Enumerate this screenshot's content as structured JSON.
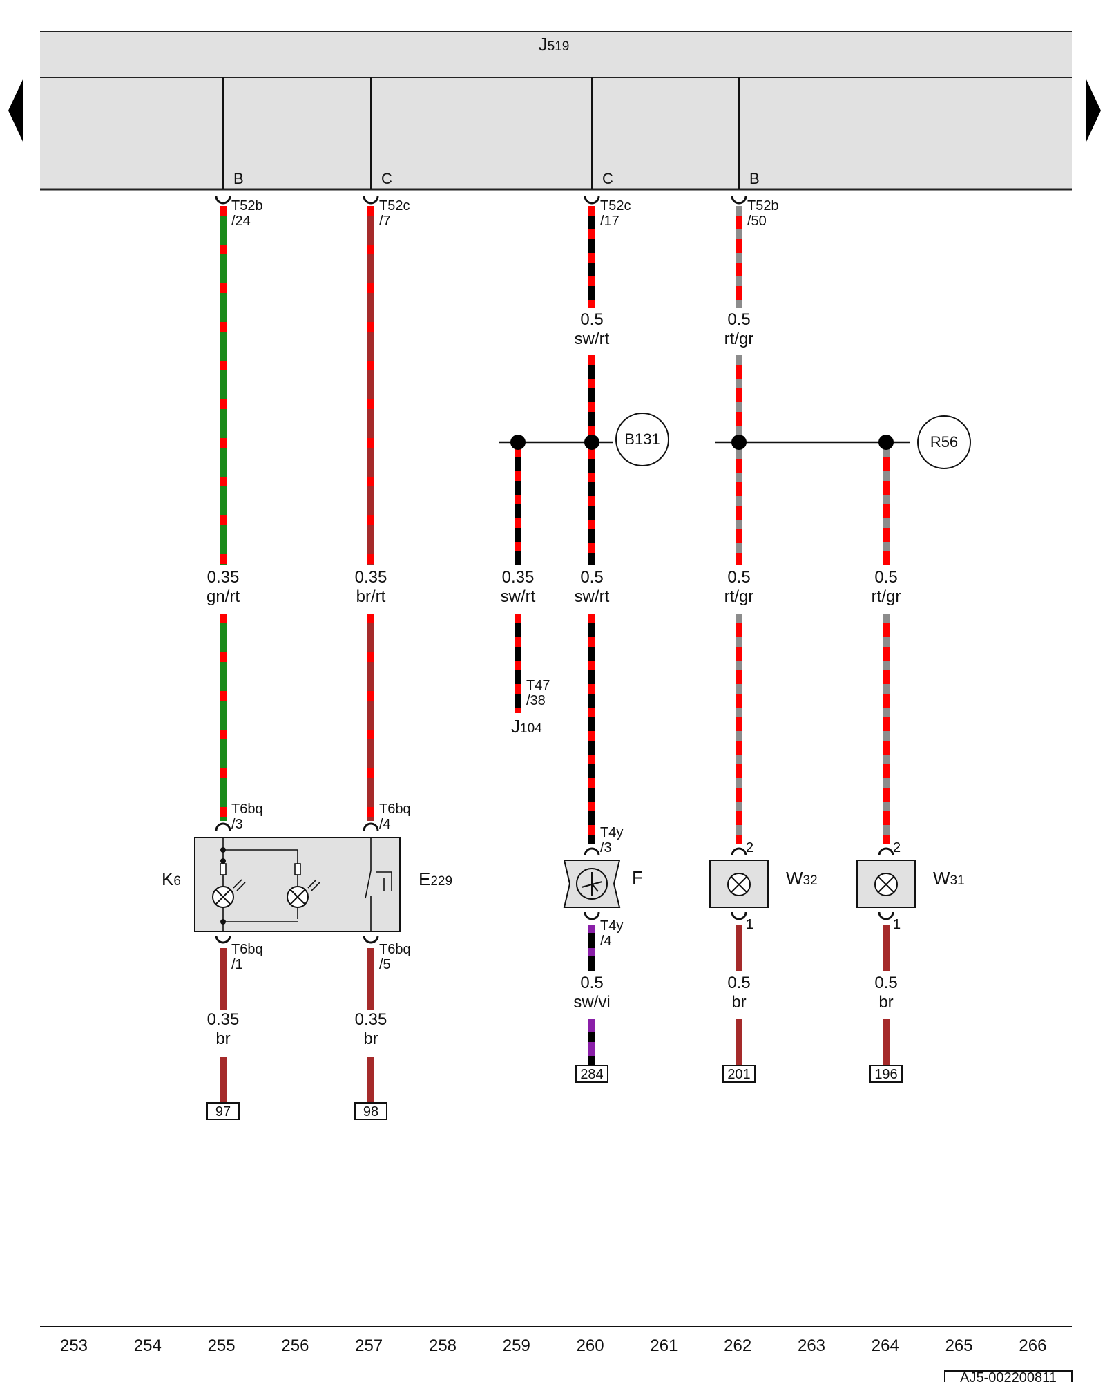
{
  "control_unit": {
    "letter": "J",
    "number": "519"
  },
  "nav": {
    "prev": "previous-page",
    "next": "next-page"
  },
  "colors": {
    "rt": "#ff0000",
    "gn": "#1a8a1a",
    "br": "#a52a2a",
    "sw": "#000000",
    "gr": "#8c8c8c",
    "vi": "#8a1fa8",
    "panel": "#e1e1e1"
  },
  "wires": [
    {
      "key": "w255",
      "bus": "B",
      "conn": "T52b",
      "pin": "/24",
      "upper": {
        "size": "0.35",
        "color": "gn/rt"
      },
      "comp_pin_top": {
        "conn": "T6bq",
        "pin": "/3"
      },
      "comp_pin_bot": {
        "conn": "T6bq",
        "pin": "/1"
      },
      "lower": {
        "size": "0.35",
        "color": "br"
      },
      "ref": "97"
    },
    {
      "key": "w257",
      "bus": "C",
      "conn": "T52c",
      "pin": "/7",
      "upper": {
        "size": "0.35",
        "color": "br/rt"
      },
      "comp_pin_top": {
        "conn": "T6bq",
        "pin": "/4"
      },
      "comp_pin_bot": {
        "conn": "T6bq",
        "pin": "/5"
      },
      "lower": {
        "size": "0.35",
        "color": "br"
      },
      "ref": "98"
    },
    {
      "key": "w260",
      "bus": "C",
      "conn": "T52c",
      "pin": "/17",
      "upper": {
        "size": "0.5",
        "color": "sw/rt"
      },
      "middle": {
        "size": "0.5",
        "color": "sw/rt"
      },
      "comp_pin_top": {
        "conn": "T4y",
        "pin": "/3"
      },
      "comp_pin_bot": {
        "conn": "T4y",
        "pin": "/4"
      },
      "lower": {
        "size": "0.5",
        "color": "sw/vi"
      },
      "ref": "284"
    },
    {
      "key": "w262",
      "bus": "B",
      "conn": "T52b",
      "pin": "/50",
      "upper": {
        "size": "0.5",
        "color": "rt/gr"
      },
      "middle": {
        "size": "0.5",
        "color": "rt/gr"
      },
      "comp_pin_top": {
        "pin": "2"
      },
      "comp_pin_bot": {
        "pin": "1"
      },
      "lower": {
        "size": "0.5",
        "color": "br"
      },
      "ref": "201"
    },
    {
      "key": "w264",
      "middle": {
        "size": "0.5",
        "color": "rt/gr"
      },
      "comp_pin_top": {
        "pin": "2"
      },
      "comp_pin_bot": {
        "pin": "1"
      },
      "lower": {
        "size": "0.5",
        "color": "br"
      },
      "ref": "196"
    },
    {
      "key": "w259",
      "middle": {
        "size": "0.35",
        "color": "sw/rt"
      },
      "end_conn": "T47",
      "end_pin": "/38",
      "end_unit": {
        "letter": "J",
        "number": "104"
      }
    }
  ],
  "junctions": [
    {
      "label": "B131"
    },
    {
      "label": "R56"
    }
  ],
  "components": {
    "K6": {
      "letter": "K",
      "number": "6"
    },
    "E229": {
      "letter": "E",
      "number": "229"
    },
    "F": {
      "letter": "F"
    },
    "W32": {
      "letter": "W",
      "number": "32"
    },
    "W31": {
      "letter": "W",
      "number": "31"
    }
  },
  "ruler": [
    "253",
    "254",
    "255",
    "256",
    "257",
    "258",
    "259",
    "260",
    "261",
    "262",
    "263",
    "264",
    "265",
    "266"
  ],
  "doc_id": "AJ5-002200811"
}
